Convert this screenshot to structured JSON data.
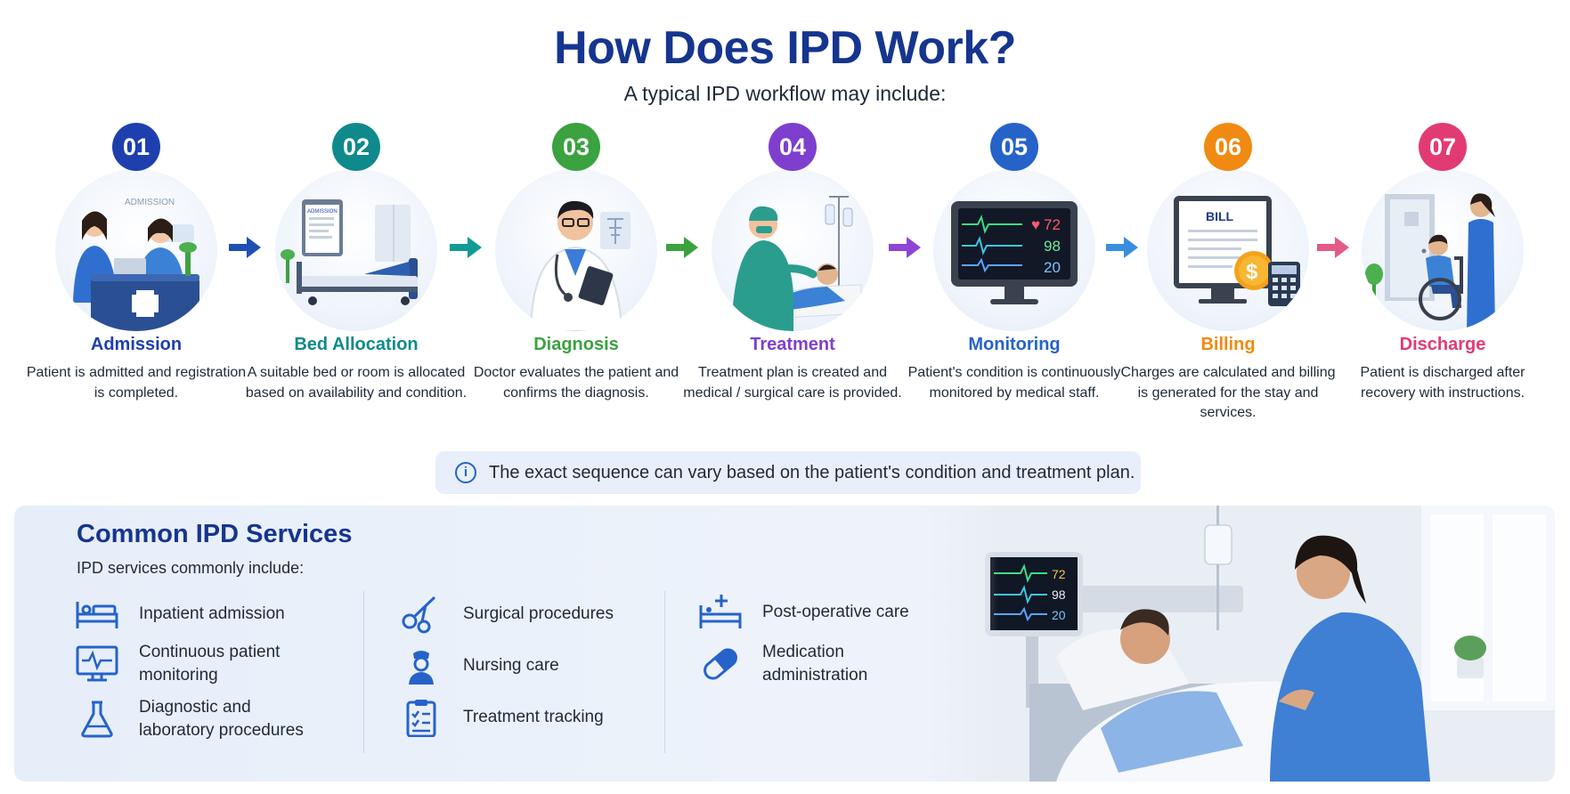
{
  "header": {
    "title": "How Does IPD Work?",
    "subtitle": "A typical IPD workflow may include:"
  },
  "steps": [
    {
      "number": "01",
      "title": "Admission",
      "description": "Patient is admitted and registration is completed.",
      "color": "#1e40af",
      "icon": "admission-desk-icon",
      "sign": "ADMISSION"
    },
    {
      "number": "02",
      "title": "Bed Allocation",
      "description": "A suitable bed or room is allocated based on availability and condition.",
      "color": "#0f8a8c",
      "icon": "hospital-bed-icon",
      "sign": "ADMISSION"
    },
    {
      "number": "03",
      "title": "Diagnosis",
      "description": "Doctor evaluates the patient and confirms the diagnosis.",
      "color": "#3aa23f",
      "icon": "doctor-icon"
    },
    {
      "number": "04",
      "title": "Treatment",
      "description": "Treatment plan is created and medical / surgical care is provided.",
      "color": "#7e3fcf",
      "icon": "treatment-icon"
    },
    {
      "number": "05",
      "title": "Monitoring",
      "description": "Patient's condition is continuously monitored by medical staff.",
      "color": "#2563c9",
      "icon": "vitals-monitor-icon",
      "vitals": [
        "72",
        "98",
        "20"
      ]
    },
    {
      "number": "06",
      "title": "Billing",
      "description": "Charges are calculated and billing is generated for the stay and services.",
      "color": "#f08a12",
      "icon": "bill-icon",
      "sign": "BILL"
    },
    {
      "number": "07",
      "title": "Discharge",
      "description": "Patient is discharged after recovery with instructions.",
      "color": "#e23b74",
      "icon": "wheelchair-icon"
    }
  ],
  "note": {
    "text": "The exact sequence can vary based on the patient's condition and treatment plan.",
    "icon": "info-icon"
  },
  "services": {
    "title": "Common IPD Services",
    "subtitle": "IPD services commonly include:",
    "items": [
      {
        "label": "Inpatient admission",
        "icon": "bed-icon"
      },
      {
        "label": "Continuous patient monitoring",
        "icon": "monitor-icon"
      },
      {
        "label": "Diagnostic and laboratory procedures",
        "icon": "flask-icon"
      },
      {
        "label": "Surgical procedures",
        "icon": "scissors-icon"
      },
      {
        "label": "Nursing care",
        "icon": "nurse-icon"
      },
      {
        "label": "Treatment tracking",
        "icon": "clipboard-icon"
      },
      {
        "label": "Post-operative care",
        "icon": "medical-bed-icon"
      },
      {
        "label": "Medication administration",
        "icon": "capsule-icon"
      }
    ],
    "photo_vitals": [
      "72",
      "98",
      "20"
    ]
  }
}
